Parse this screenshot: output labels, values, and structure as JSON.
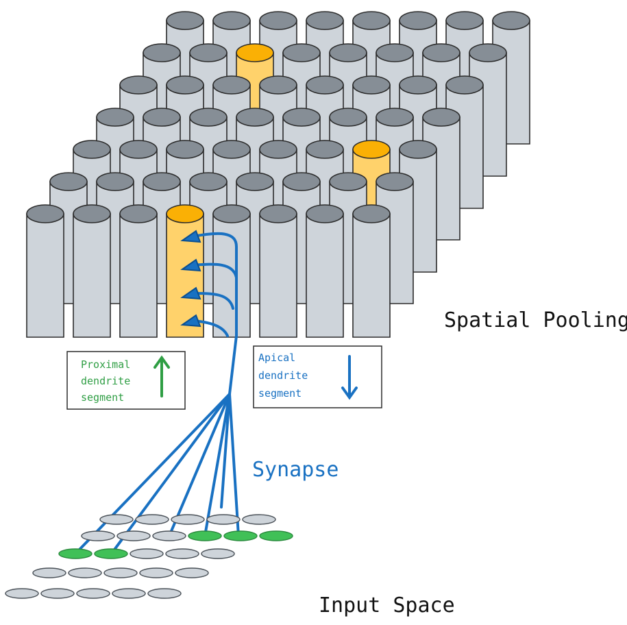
{
  "labels": {
    "spatial_pooling": "Spatial Pooling",
    "synapse": "Synapse",
    "input_space": "Input Space",
    "proximal_box": [
      "Proximal",
      "dendrite",
      "segment"
    ],
    "apical_box": [
      "Apical",
      "dendrite",
      "segment"
    ]
  },
  "colors": {
    "column_body": "#ced4da",
    "column_top": "#868e96",
    "active_column_top": "#fab005",
    "active_column_body": "#ffd26b",
    "wire": "#1971c2",
    "proximal_arrow": "#2f9e44",
    "apical_arrow": "#1971c2",
    "active_input_cell": "#40c057",
    "input_cell": "#ced4da"
  },
  "icons": {
    "proximal_arrow": "arrow-up-icon",
    "apical_arrow": "arrow-down-icon",
    "column": "cylinder-icon",
    "synapse": "triangle-icon"
  }
}
